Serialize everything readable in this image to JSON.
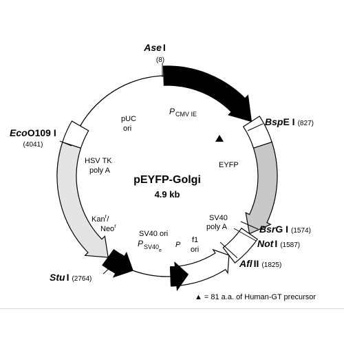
{
  "plasmid": {
    "name": "pEYFP-Golgi",
    "size": "4.9 kb"
  },
  "sites": [
    {
      "id": "ase",
      "italic": "Ase",
      "roman": "I",
      "pos": "(8)"
    },
    {
      "id": "bspe",
      "italic": "Bsp",
      "roman": "E I",
      "pos": "(827)"
    },
    {
      "id": "bsrg",
      "italic": "Bsr",
      "roman": "G I",
      "pos": "(1574)"
    },
    {
      "id": "not",
      "italic": "Not",
      "roman": "I",
      "pos": "(1587)"
    },
    {
      "id": "afl",
      "italic": "Afl",
      "roman": "II",
      "pos": "(1825)"
    },
    {
      "id": "stu",
      "italic": "Stu",
      "roman": "I",
      "pos": "(2764)"
    },
    {
      "id": "eco",
      "italic": "Eco",
      "roman": "O109 I",
      "pos": "(4041)"
    }
  ],
  "features": {
    "pcmv": {
      "p": "P",
      "sub": "CMV IE"
    },
    "eyfp": "EYFP",
    "sv40_polya": [
      "SV40",
      "poly A"
    ],
    "f1_ori": [
      "f1",
      "ori"
    ],
    "p_small": "P",
    "sv40_ori": "SV40 ori",
    "psv40e": {
      "p": "P",
      "sub": "SV40",
      "subsub": "e"
    },
    "kan_neo": {
      "line1": "Kan",
      "sup1": "r",
      "slash": "/",
      "line2": "Neo",
      "sup2": "r"
    },
    "hsv_tk": [
      "HSV TK",
      "poly A"
    ],
    "puc_ori": [
      "pUC",
      "ori"
    ]
  },
  "footnote": {
    "symbol": "▲",
    "text": "= 81 a.a. of Human-GT precursor"
  },
  "colors": {
    "black_fill": "#000000",
    "eyfp_fill": "#c8c8c8",
    "kan_fill": "#e4e4e4",
    "white_fill": "#ffffff"
  }
}
